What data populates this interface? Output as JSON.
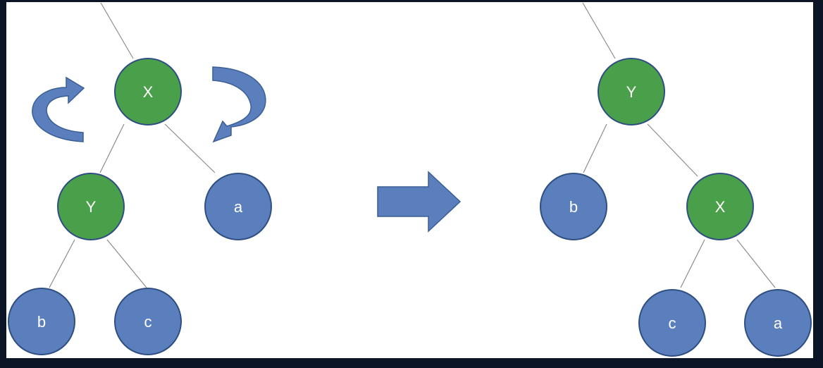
{
  "colors": {
    "background_frame": "#0b1526",
    "canvas": "#ffffff",
    "green_node": "#4aa04a",
    "blue_node": "#5b7fbd",
    "node_stroke": "#2f4f82",
    "edge": "#8c8c8c",
    "arrow_fill": "#5b7fbd",
    "arrow_stroke": "#3a5f95"
  },
  "diagram": {
    "before": {
      "nodes": [
        {
          "id": "x",
          "label": "X",
          "kind": "green"
        },
        {
          "id": "y",
          "label": "Y",
          "kind": "green"
        },
        {
          "id": "a",
          "label": "a",
          "kind": "blue"
        },
        {
          "id": "b",
          "label": "b",
          "kind": "blue"
        },
        {
          "id": "c",
          "label": "c",
          "kind": "blue"
        }
      ]
    },
    "after": {
      "nodes": [
        {
          "id": "y",
          "label": "Y",
          "kind": "green"
        },
        {
          "id": "b",
          "label": "b",
          "kind": "blue"
        },
        {
          "id": "x",
          "label": "X",
          "kind": "green"
        },
        {
          "id": "c",
          "label": "c",
          "kind": "blue"
        },
        {
          "id": "a",
          "label": "a",
          "kind": "blue"
        }
      ]
    },
    "icons": [
      "rotate-left-arrow-icon",
      "rotate-right-arrow-icon",
      "transform-arrow-icon"
    ]
  }
}
